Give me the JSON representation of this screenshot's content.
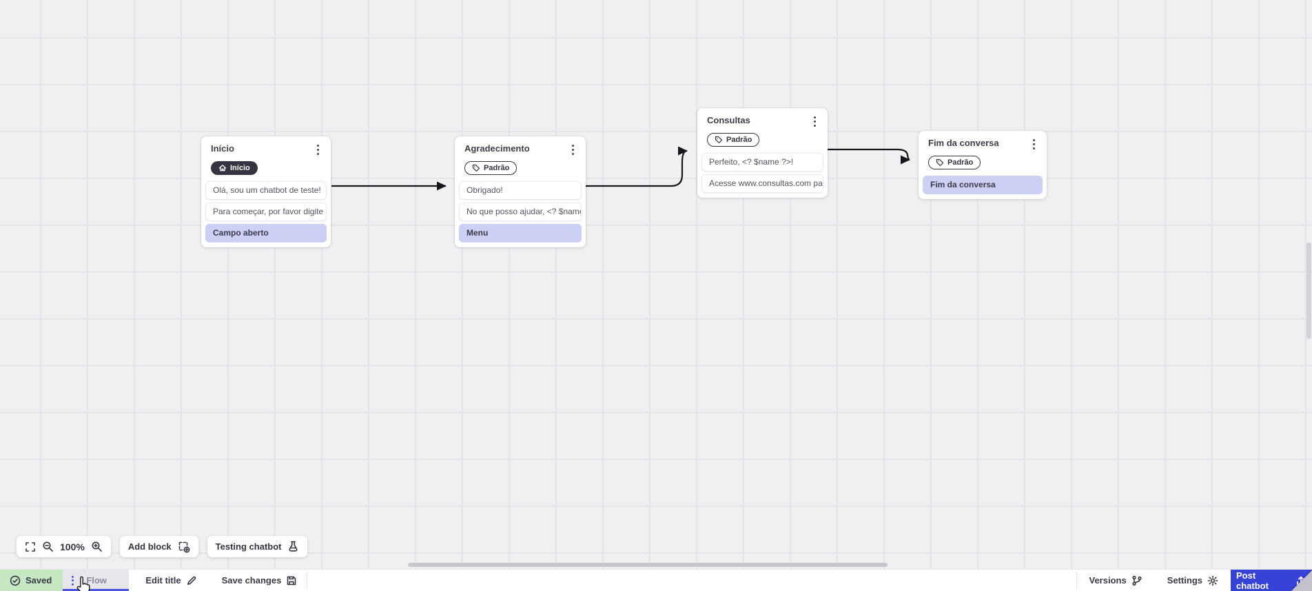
{
  "flow": {
    "nodes": [
      {
        "title": "Início",
        "badge_label": "Início",
        "rows": [
          "Olá, sou um chatbot de teste!",
          "Para começar, por favor digite o ...",
          "Campo aberto"
        ]
      },
      {
        "title": "Agradecimento",
        "badge_label": "Padrão",
        "rows": [
          "Obrigado!",
          "No que posso ajudar, <? $name ...",
          "Menu"
        ]
      },
      {
        "title": "Consultas",
        "badge_label": "Padrão",
        "rows": [
          "Perfeito, <? $name ?>!",
          "Acesse www.consultas.com par..."
        ]
      },
      {
        "title": "Fim da conversa",
        "badge_label": "Padrão",
        "rows": [
          "Fim da conversa"
        ]
      }
    ]
  },
  "toolbar": {
    "zoom_level": "100%",
    "add_block_label": "Add block",
    "testing_chatbot_label": "Testing chatbot"
  },
  "statusbar": {
    "saved_label": "Saved",
    "flow_tab_label": "Flow",
    "edit_title_label": "Edit title",
    "save_changes_label": "Save changes",
    "versions_label": "Versions",
    "settings_label": "Settings",
    "post_chatbot_label": "Post chatbot"
  },
  "colors": {
    "accent_blue": "#3743d6",
    "highlight_row": "#cbd0f4",
    "saved_green": "#c5e8c2",
    "badge_dark": "#34333f",
    "canvas_bg": "#f0eff1"
  }
}
